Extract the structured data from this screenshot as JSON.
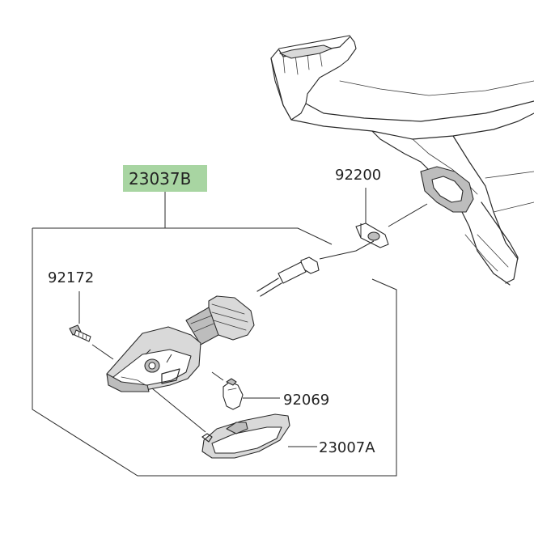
{
  "diagram": {
    "assembly": {
      "part_number": "23037B",
      "highlight_color": "#a8d5a2"
    },
    "parts": [
      {
        "id": "bolt",
        "number": "92172"
      },
      {
        "id": "grommet",
        "number": "92200"
      },
      {
        "id": "bulb",
        "number": "92069"
      },
      {
        "id": "lens",
        "number": "23007A"
      }
    ]
  }
}
